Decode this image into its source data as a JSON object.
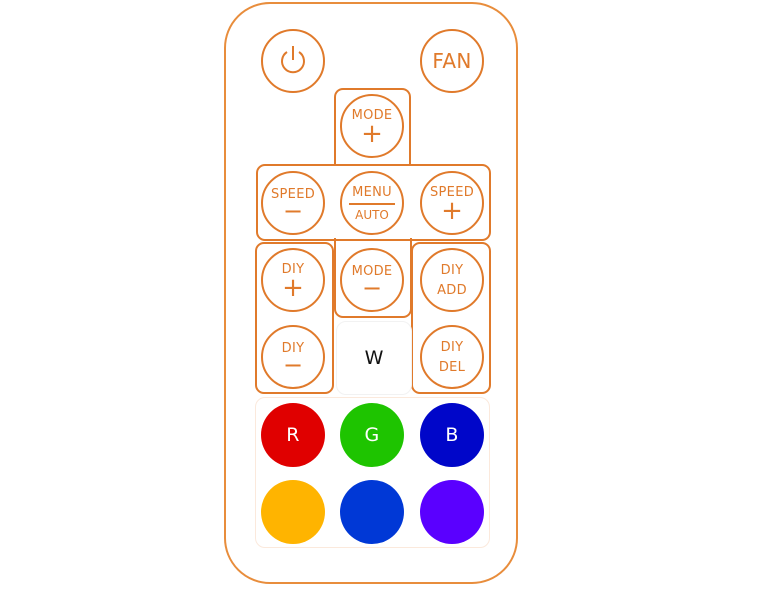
{
  "remote": {
    "power": {
      "icon": "power-icon"
    },
    "fan": {
      "label": "FAN"
    },
    "mode_plus": {
      "label": "MODE",
      "symbol": "+"
    },
    "speed_minus": {
      "label": "SPEED",
      "symbol": "−"
    },
    "menu_auto": {
      "top": "MENU",
      "bottom": "AUTO"
    },
    "speed_plus": {
      "label": "SPEED",
      "symbol": "+"
    },
    "diy_plus": {
      "label": "DIY",
      "symbol": "+"
    },
    "mode_minus": {
      "label": "MODE",
      "symbol": "−"
    },
    "diy_add": {
      "top": "DIY",
      "bottom": "ADD"
    },
    "diy_minus": {
      "label": "DIY",
      "symbol": "−"
    },
    "w": {
      "label": "W"
    },
    "diy_del": {
      "top": "DIY",
      "bottom": "DEL"
    },
    "colors": {
      "r": {
        "label": "R",
        "color": "#e00000"
      },
      "g": {
        "label": "G",
        "color": "#1ec400"
      },
      "b": {
        "label": "B",
        "color": "#0006c9"
      },
      "c4": {
        "color": "#ffb400"
      },
      "c5": {
        "color": "#0038d6"
      },
      "c6": {
        "color": "#5a00ff"
      }
    },
    "accent_color": "#e07a2b"
  }
}
